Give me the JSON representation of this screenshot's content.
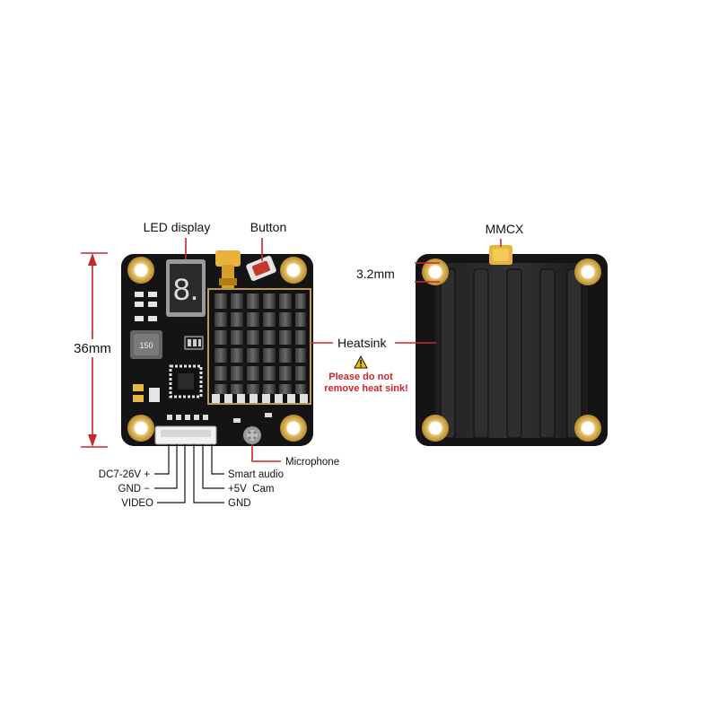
{
  "labels": {
    "led_display": "LED display",
    "button": "Button",
    "mmcx": "MMCX",
    "dimension_36mm": "36mm",
    "dimension_3_2mm": "3.2mm",
    "heatsink": "Heatsink",
    "warning_line1": "Please do not",
    "warning_line2": "remove heat sink!",
    "microphone": "Microphone",
    "led_digit": "8.",
    "inductor_marking": "150"
  },
  "connector_pins": {
    "left": [
      "DC7-26V +",
      "GND −",
      "VIDEO"
    ],
    "right": [
      "Smart audio",
      "+5V  Cam",
      "GND"
    ]
  },
  "colors": {
    "pcb": "#141414",
    "gold_pad": "#d8b04a",
    "callout_red": "#c8262b",
    "heatsink_frame": "#b99a5a",
    "heatsink_fin": "#2f2f2f",
    "mmcx_gold": "#e8b23c"
  },
  "icons": [
    "warning-triangle-icon"
  ]
}
